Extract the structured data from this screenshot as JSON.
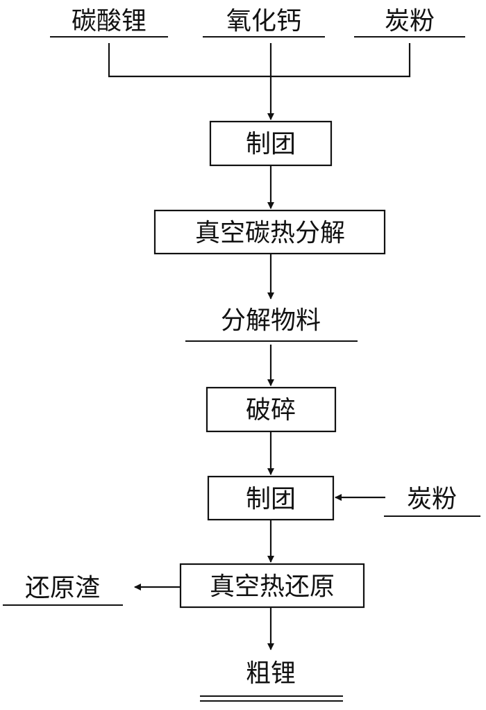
{
  "inputs": {
    "lithium_carbonate": "碳酸锂",
    "calcium_oxide": "氧化钙",
    "carbon_powder": "炭粉"
  },
  "steps": {
    "pelletize_1": "制团",
    "vacuum_carbothermal_decomposition": "真空碳热分解",
    "decomposition_material": "分解物料",
    "crushing": "破碎",
    "pelletize_2": "制团",
    "vacuum_thermal_reduction": "真空热还原"
  },
  "side_inputs": {
    "carbon_powder_2": "炭粉"
  },
  "outputs": {
    "reduction_slag": "还原渣",
    "crude_lithium": "粗锂"
  }
}
